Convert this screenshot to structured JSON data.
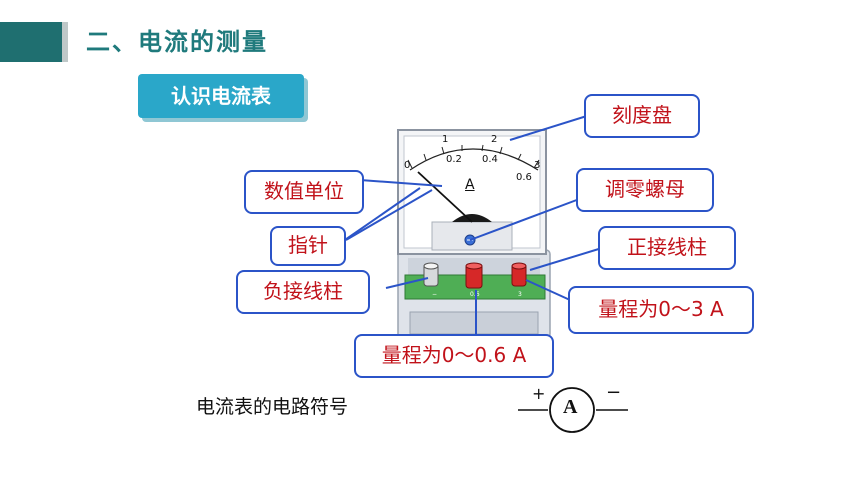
{
  "section": {
    "title": "二、电流的测量"
  },
  "subheading": "认识电流表",
  "meter": {
    "unit_letter": "A",
    "top_scale": [
      "0",
      "1",
      "2",
      "3"
    ],
    "bottom_scale": [
      "0.2",
      "0.4",
      "0.6"
    ]
  },
  "labels": {
    "dial": "刻度盘",
    "unit": "数值单位",
    "zero_knob": "调零螺母",
    "pointer": "指针",
    "pos_terminal": "正接线柱",
    "neg_terminal": "负接线柱",
    "range_3a": "量程为0～3 A",
    "range_06a": "量程为0～0.6 A"
  },
  "symbol": {
    "caption": "电流表的电路符号",
    "letter": "A",
    "plus": "+",
    "minus": "−"
  },
  "colors": {
    "accent_teal": "#1f6f70",
    "callout_border": "#2b54c8",
    "callout_text": "#c1121a",
    "subtitle_bg": "#2aa7c9"
  }
}
